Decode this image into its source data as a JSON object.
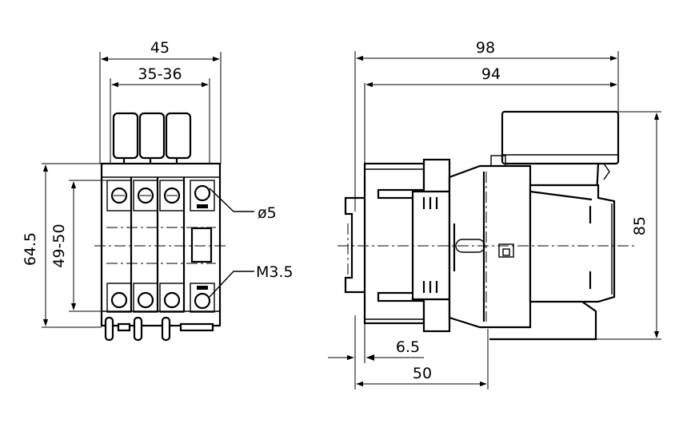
{
  "front_view": {
    "width_overall": "45",
    "mounting_width": "35-36",
    "height_overall": "64.5",
    "mounting_height": "49-50",
    "hole_diameter": "ø5",
    "screw_size": "M3.5"
  },
  "side_view": {
    "depth_overall": "98",
    "depth_body": "94",
    "height_overall": "85",
    "rail_offset": "6.5",
    "base_depth": "50"
  }
}
